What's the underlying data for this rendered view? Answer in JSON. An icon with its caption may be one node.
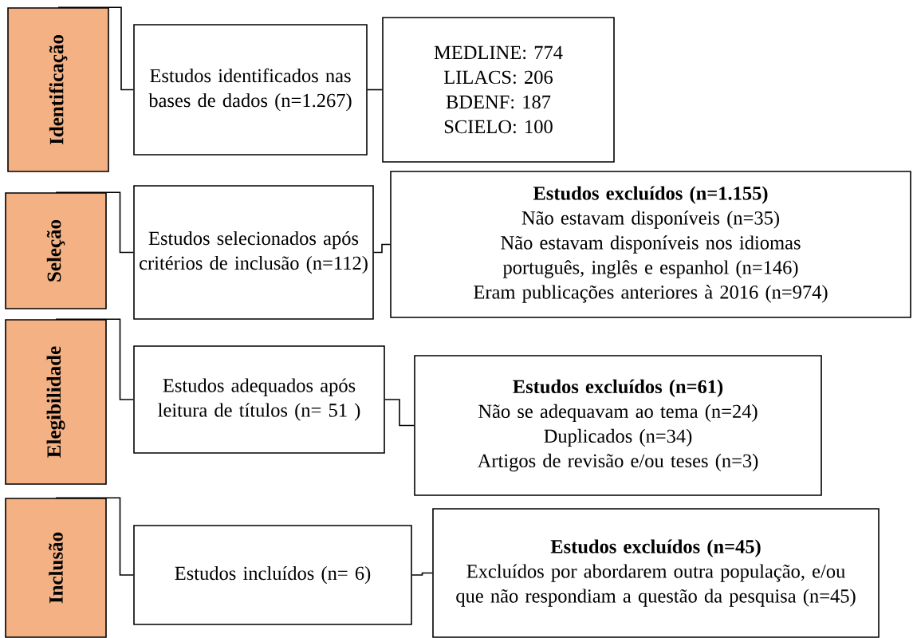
{
  "diagram": {
    "nodes": [
      {
        "text": [
          "Identificação"
        ]
      },
      {
        "text": [
          "Seleção"
        ]
      },
      {
        "text": [
          "Elegibilidade"
        ]
      },
      {
        "text": [
          "Inclusão"
        ]
      },
      {
        "text": [
          "Estudos identificados nas bases de dados (n=1.267)"
        ]
      },
      {
        "text": [
          "Estudos selecionados após critérios de inclusão (n=112)"
        ]
      },
      {
        "text": [
          "Estudos adequados após leitura de títulos (n= 51 )"
        ]
      },
      {
        "text": [
          "Estudos incluídos (n= 6)"
        ]
      },
      {
        "text": [
          "MEDLINE: 774",
          "LILACS: 206",
          "BDENF: 187",
          "SCIELO: 100"
        ]
      },
      {
        "text": [
          "Estudos excluídos (n=1.155)",
          "Não estavam disponíveis (n=35)",
          "Não estavam disponíveis nos idiomas português, inglês e espanhol (n=146)",
          "Eram publicações anteriores à 2016 (n=974)"
        ]
      },
      {
        "text": [
          "Estudos excluídos (n=61)",
          "Não se adequavam ao tema (n=24)",
          "Duplicados (n=34)",
          "Artigos de revisão e/ou teses (n=3)"
        ]
      },
      {
        "text": [
          "Estudos excluídos (n=45)",
          "Excluídos por abordarem outra população, e/ou que não respondiam a questão da pesquisa (n=45)"
        ]
      }
    ],
    "edges": [
      {
        "from": 0,
        "to": 4,
        "arrow": "none"
      },
      {
        "from": 4,
        "to": 8,
        "arrow": "none"
      },
      {
        "from": 1,
        "to": 5,
        "arrow": "none"
      },
      {
        "from": 5,
        "to": 9,
        "arrow": "none"
      },
      {
        "from": 2,
        "to": 6,
        "arrow": "none"
      },
      {
        "from": 6,
        "to": 10,
        "arrow": "none"
      },
      {
        "from": 3,
        "to": 7,
        "arrow": "none"
      },
      {
        "from": 7,
        "to": 11,
        "arrow": "none"
      }
    ]
  }
}
